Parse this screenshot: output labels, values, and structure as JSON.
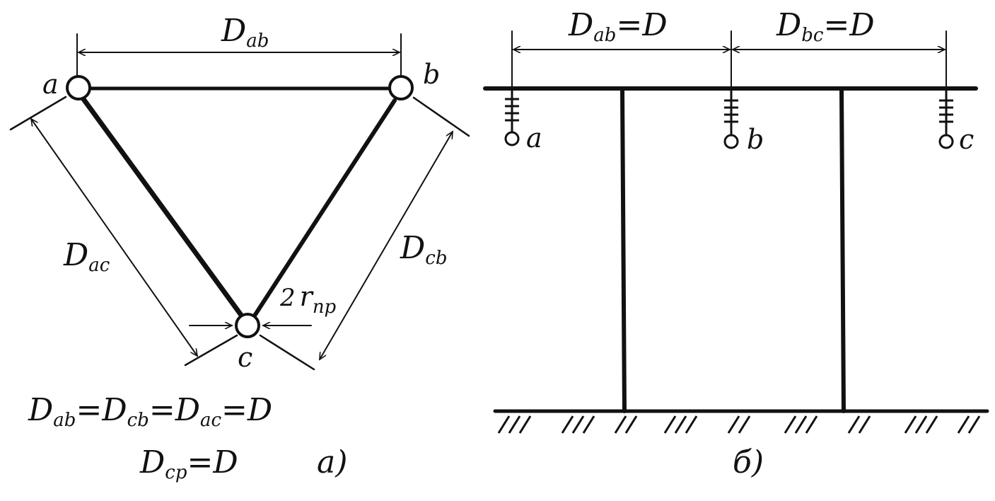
{
  "panel_a": {
    "dim_ab": {
      "D": "D",
      "sub": "ab"
    },
    "dim_ac": {
      "D": "D",
      "sub": "ac"
    },
    "dim_cb": {
      "D": "D",
      "sub": "cb"
    },
    "radius": {
      "pre": "2",
      "r": "r",
      "sub": "пр"
    },
    "node_a": "a",
    "node_b": "b",
    "node_c": "c",
    "eq1": {
      "D1": "D",
      "s1": "ab",
      "eq1": "=",
      "D2": "D",
      "s2": "cb",
      "eq2": "=",
      "D3": "D",
      "s3": "ac",
      "eq3": "=",
      "D4": "D"
    },
    "eq2": {
      "D1": "D",
      "s1": "ср",
      "eq": "=",
      "D2": "D"
    },
    "caption": "a)"
  },
  "panel_b": {
    "dim_ab": {
      "D": "D",
      "sub": "ab",
      "eq": "=",
      "D2": "D"
    },
    "dim_bc": {
      "D": "D",
      "sub": "bc",
      "eq": "=",
      "D2": "D"
    },
    "node_a": "a",
    "node_b": "b",
    "node_c": "c",
    "caption": "б)"
  },
  "colors": {
    "ink": "#111111",
    "paper": "#ffffff"
  }
}
